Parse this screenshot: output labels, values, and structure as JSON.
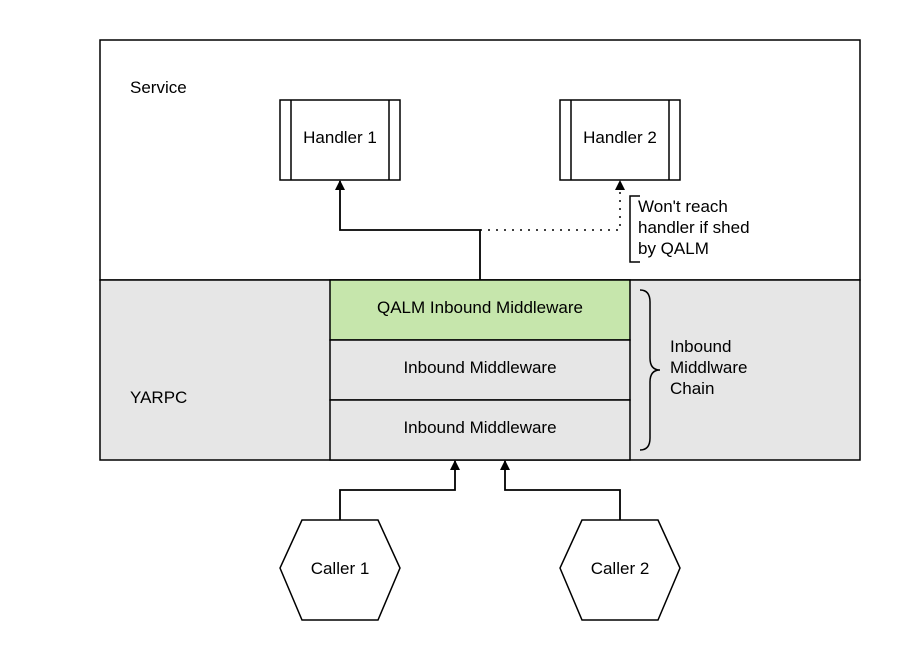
{
  "service": {
    "label": "Service",
    "handlers": [
      {
        "label": "Handler 1"
      },
      {
        "label": "Handler 2"
      }
    ],
    "annotation": [
      "Won't reach",
      "handler if shed",
      "by QALM"
    ]
  },
  "yarpc": {
    "label": "YARPC",
    "middleware": [
      {
        "label": "QALM Inbound Middleware",
        "fill": "#c6e6ac"
      },
      {
        "label": "Inbound Middleware",
        "fill": "#e6e6e6"
      },
      {
        "label": "Inbound Middleware",
        "fill": "#e6e6e6"
      }
    ],
    "chain_label": [
      "Inbound",
      "Middlware",
      "Chain"
    ]
  },
  "callers": [
    {
      "label": "Caller 1"
    },
    {
      "label": "Caller 2"
    }
  ],
  "colors": {
    "yarpc_background": "#e6e6e6",
    "qalm_highlight": "#c6e6ac",
    "stroke": "#000000",
    "background": "#ffffff"
  }
}
